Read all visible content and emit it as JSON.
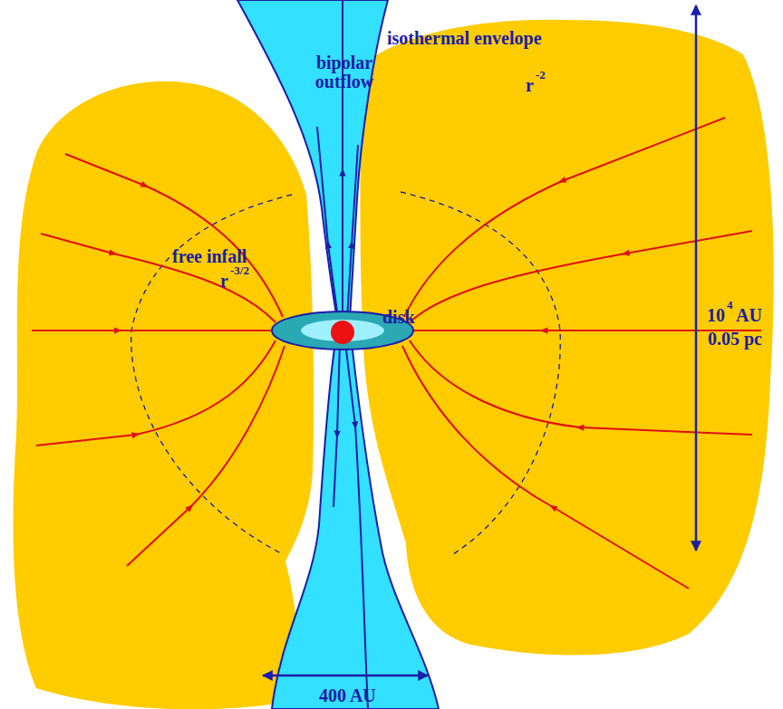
{
  "diagram": {
    "nodes": [
      {
        "text": [
          "bipolar outflow"
        ]
      },
      {
        "text": [
          "isothermal envelope"
        ]
      },
      {
        "text": [
          "disk"
        ]
      }
    ],
    "labels": [
      "r",
      "-2",
      "free infall",
      "r",
      "-3/2",
      "10",
      "4",
      "AU",
      "0.05 pc",
      "400 AU"
    ]
  }
}
